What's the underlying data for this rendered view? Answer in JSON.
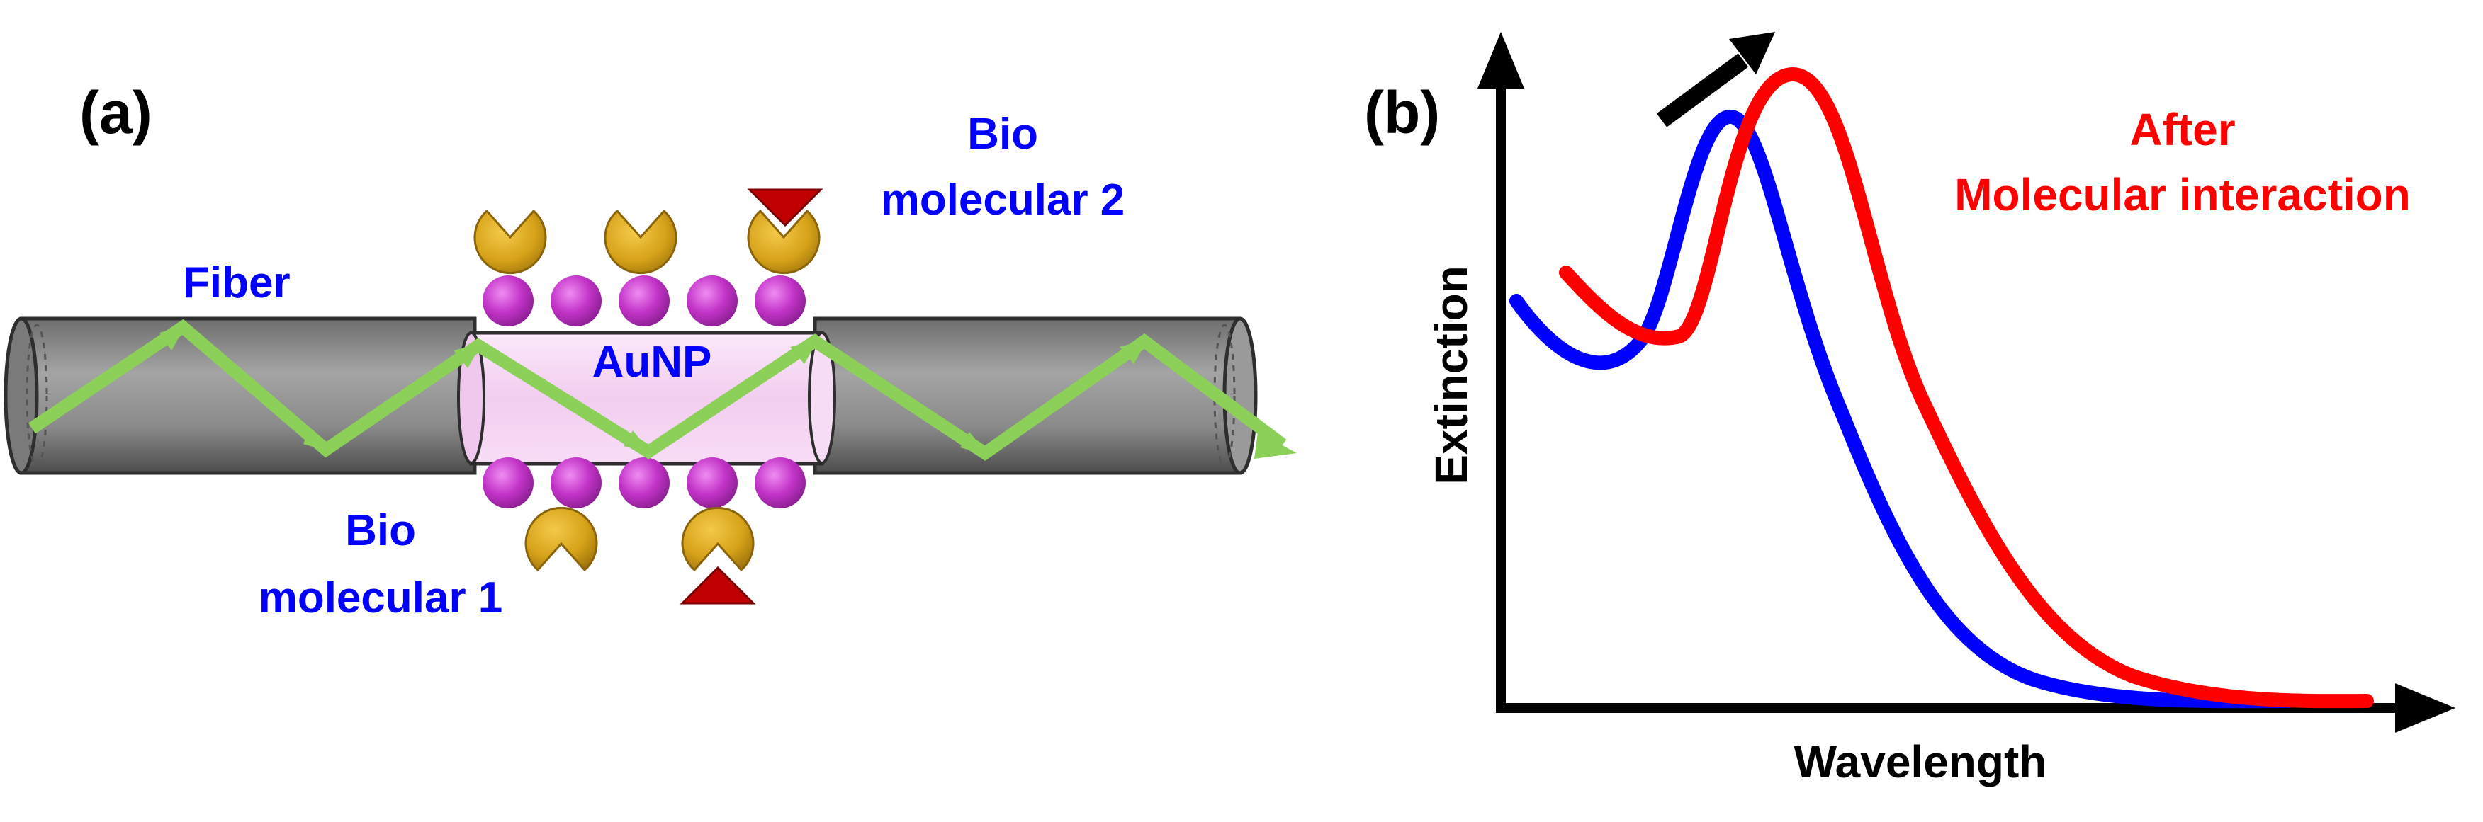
{
  "panel_a": {
    "label": "(a)",
    "fiber_label": "Fiber",
    "aunp_label": "AuNP",
    "bio1_line1": "Bio",
    "bio1_line2": "molecular 1",
    "bio2_line1": "Bio",
    "bio2_line2": "molecular 2"
  },
  "panel_b": {
    "label": "(b)",
    "xlabel": "Wavelength",
    "ylabel": "Extinction",
    "annotation_line1": "After",
    "annotation_line2": "Molecular interaction"
  },
  "colors": {
    "text": "#000000",
    "blue": "#0000ff",
    "red": "#ff0000",
    "fiber": "#8f8f8f",
    "fiber_edge": "#2e2e2e",
    "coating": "#f6d6f4",
    "particle": "#c233c8",
    "receptor": "#d7a319",
    "analyte": "#c00000",
    "light": "#8cd05a"
  }
}
